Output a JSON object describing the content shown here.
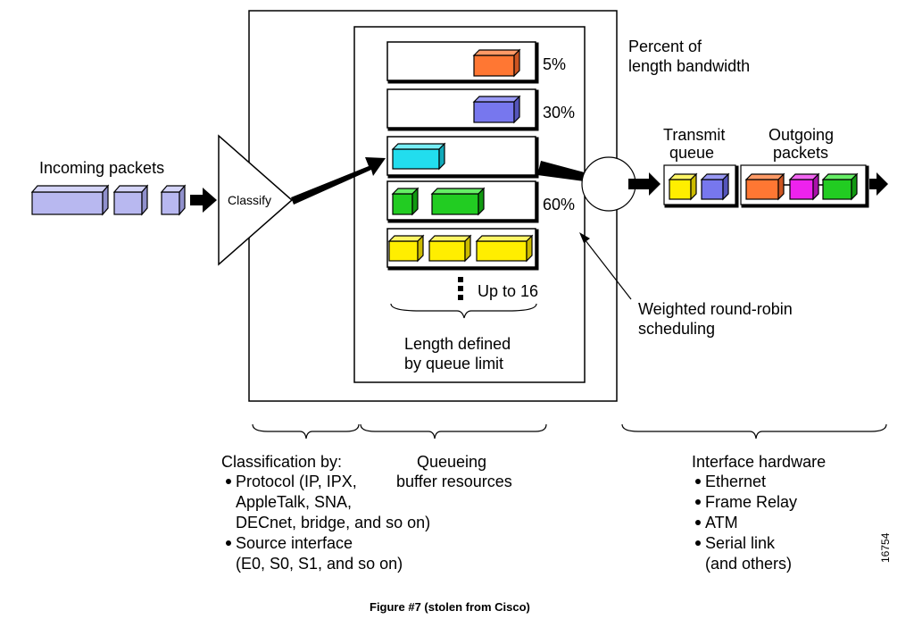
{
  "labels": {
    "incoming": "Incoming packets",
    "classify": "Classify",
    "percent_title": [
      "Percent of",
      "length bandwidth"
    ],
    "pct_5": "5%",
    "pct_30": "30%",
    "pct_60": "60%",
    "up_to_16": "Up to 16",
    "length_defined": [
      "Length defined",
      "by queue limit"
    ],
    "weighted": [
      "Weighted round-robin",
      "scheduling"
    ],
    "transmit_queue": [
      "Transmit",
      "queue"
    ],
    "outgoing_packets": [
      "Outgoing",
      "packets"
    ],
    "figure_id": "16754",
    "caption": "Figure #7   (stolen from Cisco)"
  },
  "classification": {
    "title": "Classification by:",
    "items": [
      [
        "Protocol (IP, IPX,",
        "AppleTalk, SNA,",
        "DECnet, bridge, and so on)"
      ],
      [
        "Source interface",
        "(E0, S0, S1, and so on)"
      ]
    ]
  },
  "queueing": [
    "Queueing",
    "buffer resources"
  ],
  "interface_hardware": {
    "title": "Interface hardware",
    "items": [
      "Ethernet",
      "Frame Relay",
      "ATM",
      "Serial link"
    ],
    "extra": "(and others)"
  },
  "colors": {
    "incoming_packet": "#b8b8f0",
    "orange": "#ff7733",
    "blue": "#7777ee",
    "cyan": "#22ddee",
    "green": "#22cc22",
    "yellow": "#ffee00",
    "magenta": "#ee22ee"
  }
}
